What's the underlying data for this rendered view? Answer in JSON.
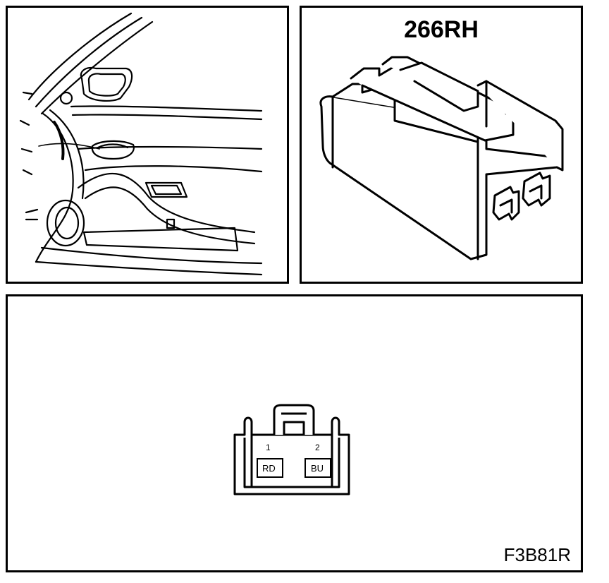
{
  "connector": {
    "name": "266RH",
    "pins": [
      {
        "number": "1",
        "wire_color": "RD"
      },
      {
        "number": "2",
        "wire_color": "BU"
      }
    ]
  },
  "figure_id": "F3B81R"
}
